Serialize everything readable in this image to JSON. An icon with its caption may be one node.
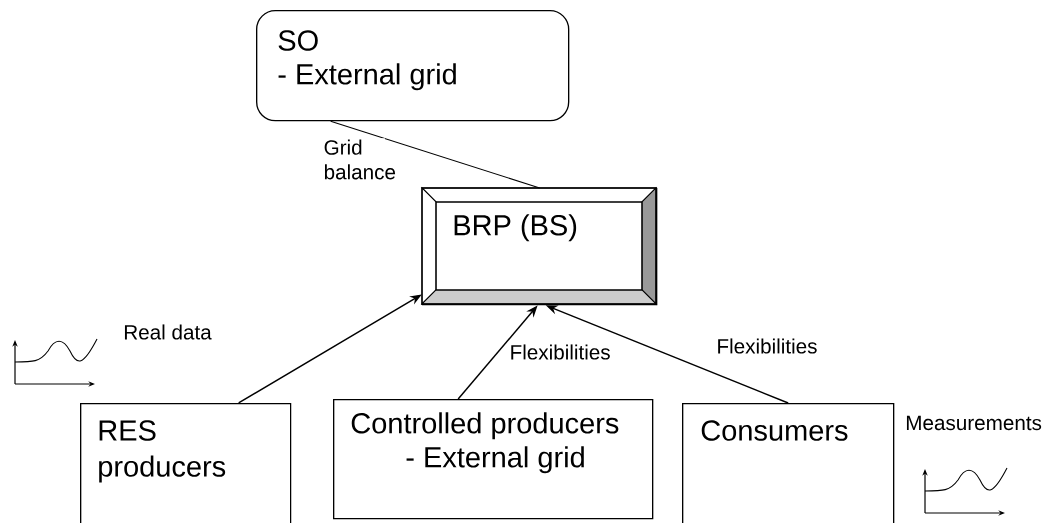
{
  "diagram": {
    "nodes": [
      {
        "text": [
          "SO",
          "- External grid"
        ]
      },
      {
        "text": [
          "BRP (BS)"
        ]
      },
      {
        "text": [
          "RES producers"
        ]
      },
      {
        "text": [
          "Controlled producers",
          "- External grid"
        ]
      },
      {
        "text": [
          "Consumers"
        ]
      }
    ],
    "edges": [
      {
        "from": 0,
        "to": 1,
        "arrow": "none",
        "label": "Grid balance"
      },
      {
        "from": 2,
        "to": 1,
        "arrow": "to"
      },
      {
        "from": 3,
        "to": 1,
        "arrow": "to",
        "label": "Flexibilities"
      },
      {
        "from": 4,
        "to": 1,
        "arrow": "to",
        "label": "Flexibilities"
      }
    ],
    "labels": [
      "Real data",
      "Measurements"
    ]
  }
}
